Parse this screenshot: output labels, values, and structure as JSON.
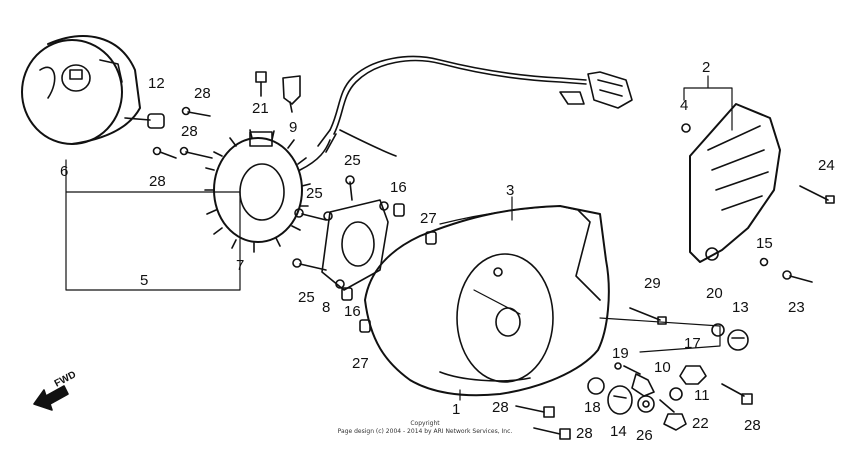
{
  "copyright": {
    "line1": "Copyright",
    "line2": "Page design (c) 2004 - 2014 by ARI Network Services, Inc."
  },
  "direction_label": "FWD",
  "callouts": {
    "c1": "1",
    "c2": "2",
    "c3": "3",
    "c4": "4",
    "c5": "5",
    "c6": "6",
    "c7": "7",
    "c8": "8",
    "c9": "9",
    "c10": "10",
    "c11": "11",
    "c12": "12",
    "c13": "13",
    "c14": "14",
    "c15": "15",
    "c16a": "16",
    "c16b": "16",
    "c17": "17",
    "c18": "18",
    "c19": "19",
    "c20": "20",
    "c21": "21",
    "c22": "22",
    "c23": "23",
    "c24": "24",
    "c25a": "25",
    "c25b": "25",
    "c25c": "25",
    "c26": "26",
    "c27a": "27",
    "c27b": "27",
    "c28a": "28",
    "c28b": "28",
    "c28c": "28",
    "c28d": "28",
    "c28e": "28",
    "c29": "29"
  },
  "colors": {
    "ink": "#111111",
    "paper": "#ffffff"
  }
}
